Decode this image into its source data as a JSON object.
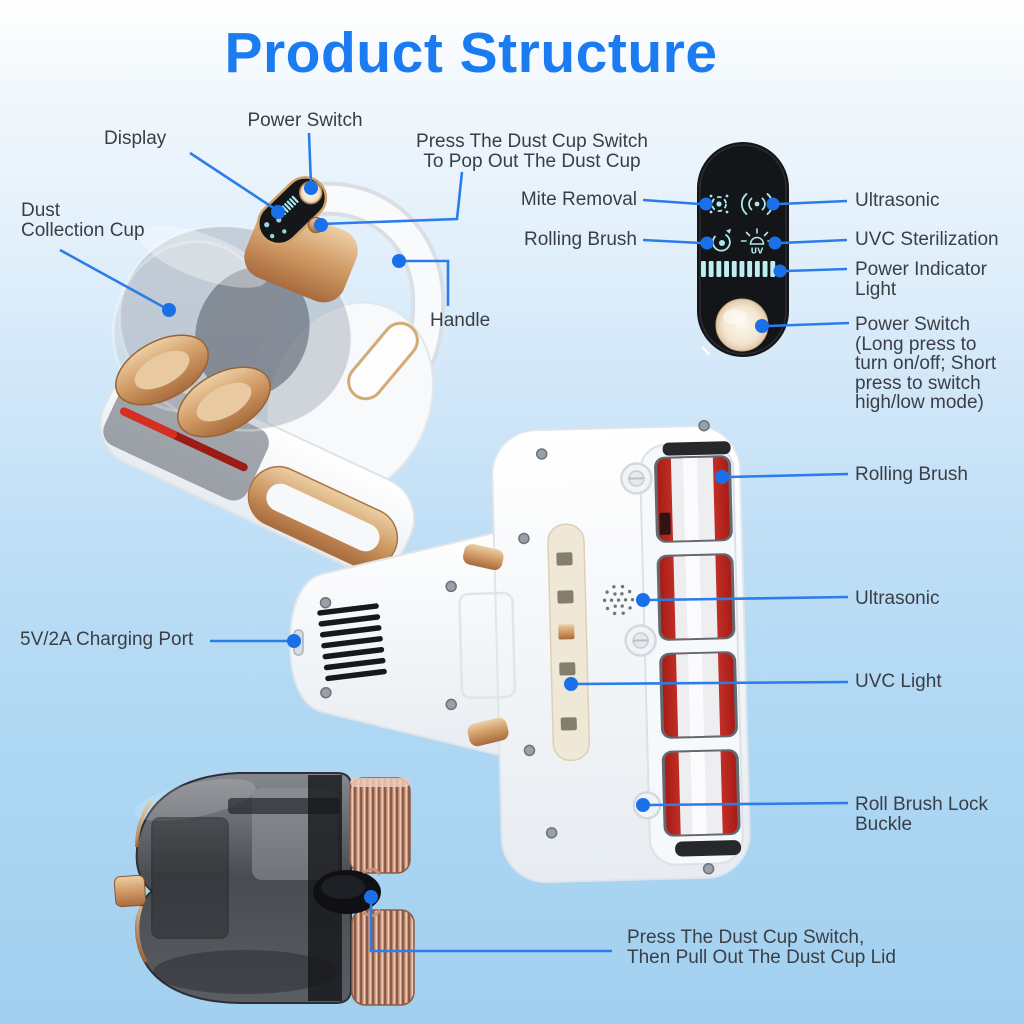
{
  "title": "Product Structure",
  "theme": {
    "title_color": "#1b7cf2",
    "callout_line_color": "#2b7de9",
    "callout_dot_color": "#1a70e8",
    "label_color": "#3a3f46",
    "background_top": "#ffffff",
    "background_bottom": "#a2d0ef",
    "gold_accent": "#d09a65",
    "rose_copper_accent": "#c99179",
    "brush_red": "#cf2b24",
    "panel_black": "#141518",
    "icon_cyan": "#a9e9ee",
    "power_button_cream": "#f3e6d0"
  },
  "handheld_unit": {
    "labels": {
      "display": "Display",
      "power_switch": "Power Switch",
      "dust_cup_switch": "Press The Dust Cup Switch\nTo Pop Out The Dust Cup",
      "dust_collection_cup": "Dust\nCollection Cup",
      "handle": "Handle"
    }
  },
  "control_panel": {
    "uv_text": "UV",
    "icons": [
      "mite-removal-icon",
      "ultrasonic-waves-icon",
      "rolling-brush-icon",
      "uvc-lamp-icon",
      "power-indicator-bars",
      "power-button"
    ],
    "labels": {
      "mite_removal": "Mite Removal",
      "rolling_brush": "Rolling Brush",
      "ultrasonic": "Ultrasonic",
      "uvc_sterilization": "UVC Sterilization",
      "power_indicator_light": "Power Indicator\nLight",
      "power_switch_detail": "Power Switch\n(Long press to\nturn on/off; Short\npress to switch\nhigh/low mode)"
    }
  },
  "bottom_view": {
    "labels": {
      "rolling_brush": "Rolling Brush",
      "ultrasonic": "Ultrasonic",
      "uvc_light": "UVC Light",
      "roll_brush_lock_buckle": "Roll Brush Lock\nBuckle",
      "charging_port": "5V/2A Charging Port"
    }
  },
  "dust_cup": {
    "labels": {
      "lid_instruction": "Press The Dust Cup Switch,\nThen Pull Out The Dust Cup Lid"
    }
  }
}
